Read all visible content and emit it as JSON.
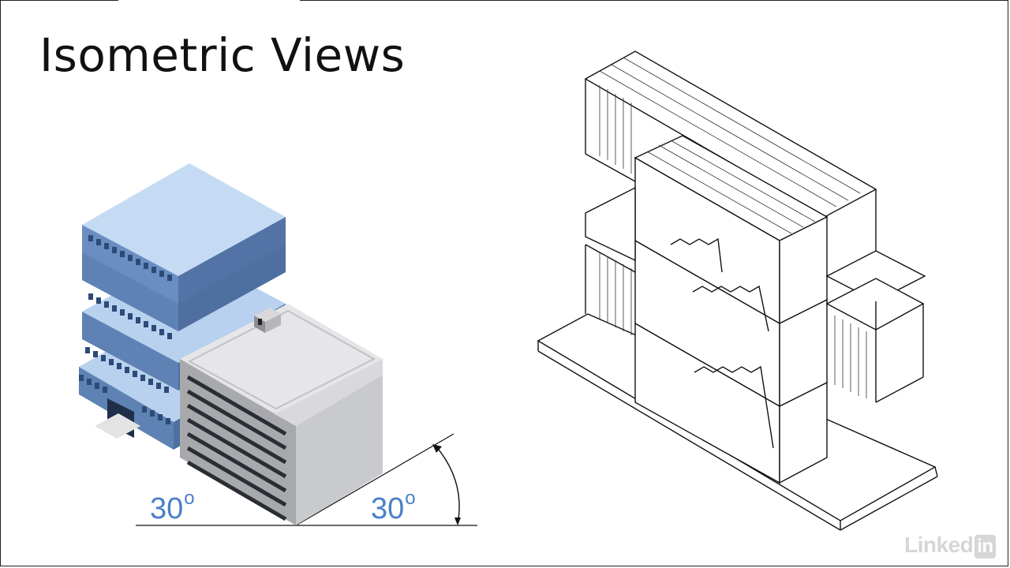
{
  "slide": {
    "title": "Isometric Views"
  },
  "diagram": {
    "angle_left": {
      "value": "30",
      "unit": "o"
    },
    "angle_right": {
      "value": "30",
      "unit": "o"
    }
  },
  "watermark": {
    "text": "Linked",
    "badge": "in"
  },
  "colors": {
    "title": "#111111",
    "angle_labels": "#4a7fc8",
    "tower_top": "#c4dbf3",
    "tower_front": "#5d7fb0",
    "annex_top": "#e6e6e8",
    "annex_side": "#a8a9ad"
  }
}
